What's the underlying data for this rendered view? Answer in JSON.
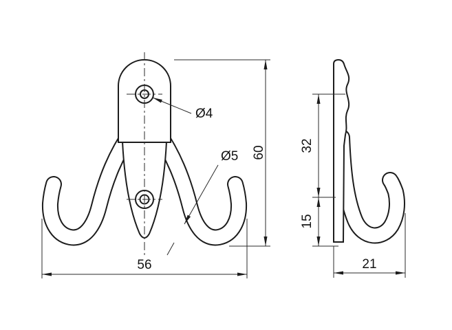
{
  "front_view": {
    "labels": {
      "hole_diameter": "Ø4",
      "wire_diameter": "Ø5",
      "height": "60",
      "width": "56"
    }
  },
  "side_view": {
    "labels": {
      "hole_spacing": "32",
      "tip_rise": "15",
      "depth": "21"
    }
  },
  "colors": {
    "line": "#1c1c1c",
    "background": "#ffffff"
  }
}
